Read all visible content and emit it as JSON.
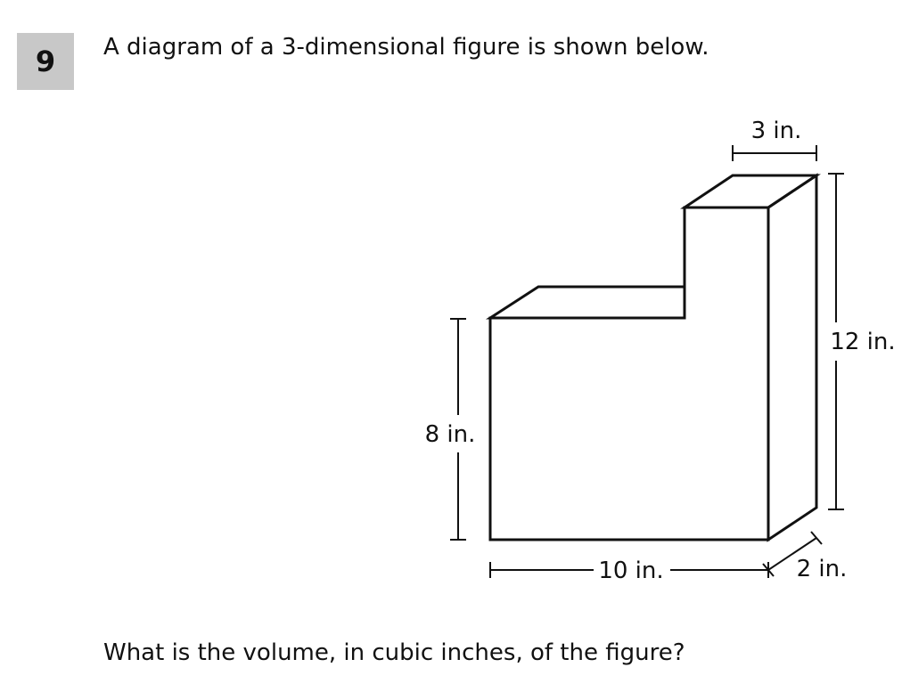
{
  "question": {
    "number": "9",
    "prompt": "A diagram of a 3-dimensional figure is shown below.",
    "text": "What is the volume, in cubic inches, of the figure?"
  },
  "figure": {
    "dimensions": {
      "top_width": "3 in.",
      "total_height": "12 in.",
      "lower_height": "8 in.",
      "length": "10 in.",
      "depth": "2 in."
    }
  }
}
